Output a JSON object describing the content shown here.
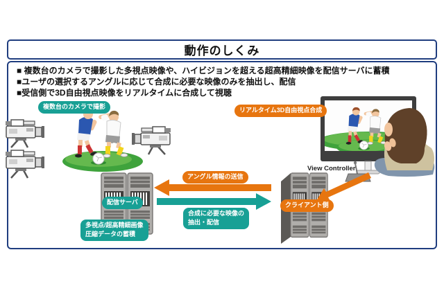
{
  "title": "動作のしくみ",
  "bullets": [
    "■ 複数台のカメラで撮影した多視点映像や、ハイビジョンを超える超高精細映像を配信サーバに蓄積",
    "■ユーザの選択するアングルに応じて合成に必要な映像のみを抽出し、配信",
    "■受信側で3D自由視点映像をリアルタイムに合成して視聴"
  ],
  "diagram": {
    "capture_badge": "複数台のカメラで撮影",
    "realtime_badge": "リアルタイム3D自由視点合成",
    "angle_badge": "アングル情報の送信",
    "extract_badge": "合成に必要な映像の\n抽出・配信",
    "server_badge": "配信サーバ",
    "storage_badge": "多視点/超高精細画像\n圧縮データの蓄積",
    "client_badge": "クライアント側",
    "view_controller": "View Controller"
  },
  "colors": {
    "accent_teal": "#18a095",
    "accent_orange": "#e7750f",
    "frame_navy": "#1f3d7f",
    "field_green": "#3fa33c"
  },
  "icons": {
    "cameras": "video-camera-icon",
    "distribution_server": "server-rack-icon",
    "client_server": "server-rack-icon",
    "tv": "tv-screen-icon",
    "remote": "view-controller-remote-icon",
    "viewer": "person-watching-icon",
    "players": "soccer-players-icon"
  }
}
